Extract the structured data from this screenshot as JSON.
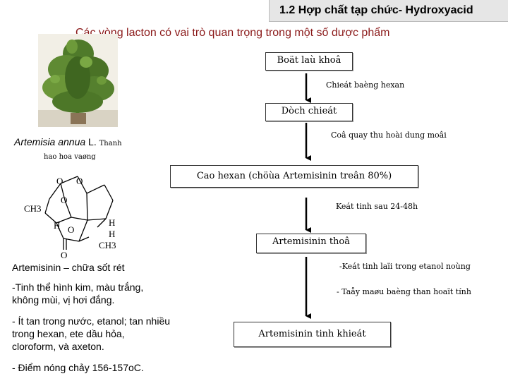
{
  "header": {
    "title": "1.2 Hợp chất tạp chức- Hydroxyacid"
  },
  "subtitle": "Các vòng lacton có vai trò quan trọng trong một số dược phẩm",
  "plant": {
    "caption_italic": "Artemisia annua",
    "caption_rest": " L.",
    "caption_small_1": "Thanh",
    "caption_small_2": "hao hoa vaøng"
  },
  "molecule": {
    "labels": [
      "O",
      "O",
      "O",
      "CH3",
      "H",
      "O",
      "H",
      "H",
      "O",
      "CH3"
    ]
  },
  "info": {
    "heading": "Artemisinin – chữa sốt rét",
    "lines": [
      "-Tinh thể hình kim, màu trắng, không mùi, vị hơi đắng.",
      "- Ít tan trong nước, etanol;  tan nhiều trong hexan, ete dầu hỏa, cloroform, và axeton.",
      "- Điểm nóng chảy 156-157oC."
    ]
  },
  "flow": {
    "boxes": [
      "Boät laù khoâ",
      "Dòch chieát",
      "Cao hexan (chöùa Artemisinin treân 80%)",
      "Artemisinin thoâ",
      "Artemisinin tinh khieát"
    ],
    "notes": [
      "Chieát baèng hexan",
      "Coâ quay thu hoài dung moâi",
      "Keát tinh sau 24-48h",
      "-Keát tinh laïi trong etanol noùng",
      "- Taåy maøu baèng than hoaït tính"
    ]
  }
}
